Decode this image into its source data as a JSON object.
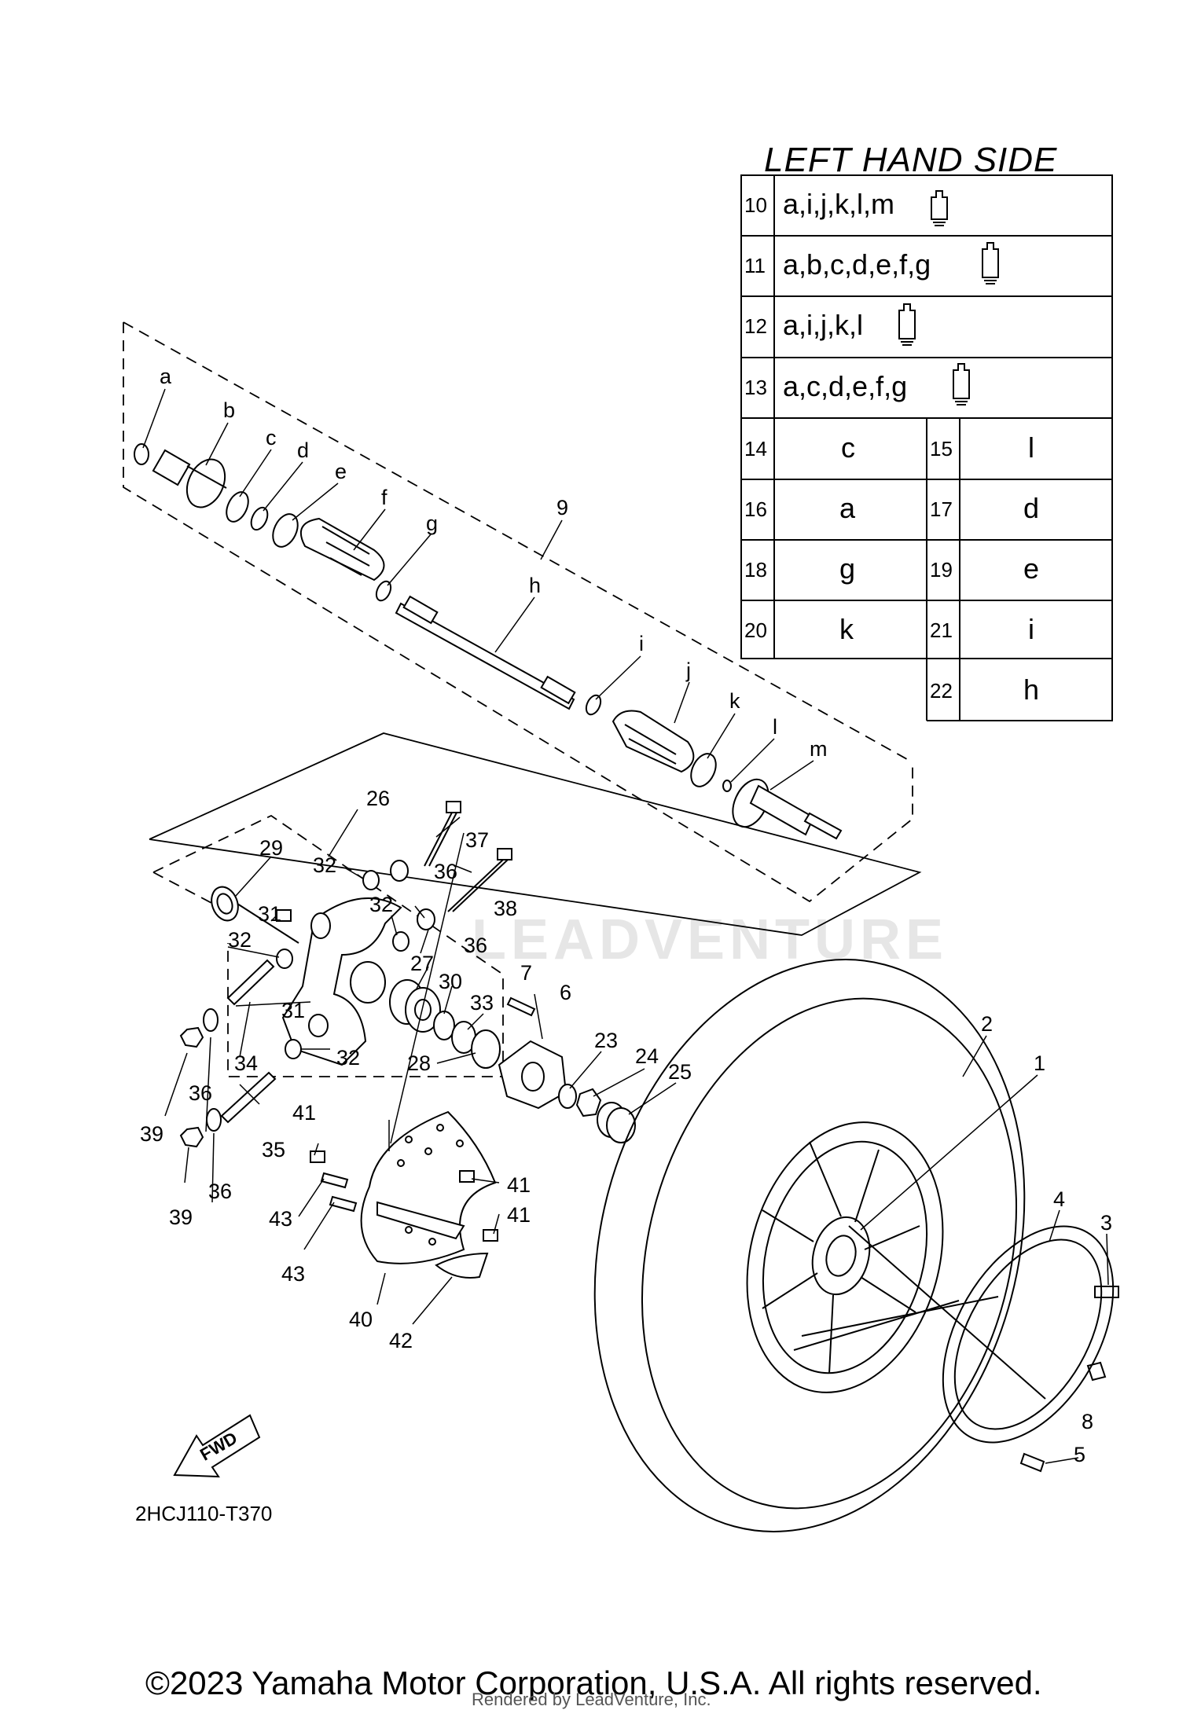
{
  "table": {
    "title": "LEFT HAND SIDE",
    "code_rows": [
      {
        "num": "10",
        "codes": "a,i,j,k,l,m"
      },
      {
        "num": "11",
        "codes": "a,b,c,d,e,f,g"
      },
      {
        "num": "12",
        "codes": "a,i,j,k,l"
      },
      {
        "num": "13",
        "codes": "a,c,d,e,f,g"
      }
    ],
    "pair_rows": [
      {
        "num_left": "14",
        "val_left": "c",
        "num_right": "15",
        "val_right": "l"
      },
      {
        "num_left": "16",
        "val_left": "a",
        "num_right": "17",
        "val_right": "d"
      },
      {
        "num_left": "18",
        "val_left": "g",
        "num_right": "19",
        "val_right": "e"
      },
      {
        "num_left": "20",
        "val_left": "k",
        "num_right": "21",
        "val_right": "i"
      }
    ],
    "last_row": {
      "num": "22",
      "val": "h"
    }
  },
  "shaft_letters": {
    "a": "a",
    "b": "b",
    "c": "c",
    "d": "d",
    "e": "e",
    "f": "f",
    "g": "g",
    "h": "h",
    "i": "i",
    "j": "j",
    "k": "k",
    "l": "l",
    "m": "m"
  },
  "callouts": {
    "c1": "1",
    "c2": "2",
    "c3": "3",
    "c4": "4",
    "c5": "5",
    "c6": "6",
    "c7": "7",
    "c8": "8",
    "c9": "9",
    "c23": "23",
    "c24": "24",
    "c25": "25",
    "c26": "26",
    "c27": "27",
    "c28": "28",
    "c29": "29",
    "c30": "30",
    "c31": "31",
    "c32": "32",
    "c33": "33",
    "c34": "34",
    "c35": "35",
    "c36": "36",
    "c37": "37",
    "c38": "38",
    "c39": "39",
    "c40": "40",
    "c41": "41",
    "c42": "42",
    "c43": "43"
  },
  "fwd_label": "FWD",
  "diagram_code": "2HCJ110-T370",
  "footer": {
    "copyright": "©2023 Yamaha Motor Corporation, U.S.A. All rights reserved.",
    "rendered_by": "Rendered by LeadVenture, Inc."
  },
  "watermark": "LEADVENTURE",
  "colors": {
    "line": "#000000",
    "watermark": "#e6e6e6",
    "background": "#ffffff"
  }
}
